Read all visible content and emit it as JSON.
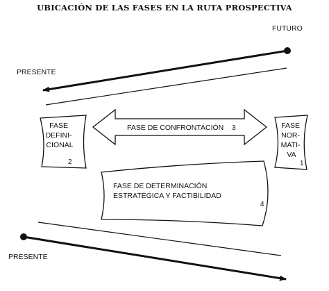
{
  "title": "UBICACIÓN DE LAS FASES EN LA RUTA PROSPECTIVA",
  "labels": {
    "futuro": "FUTURO",
    "presente_top": "PRESENTE",
    "presente_bottom": "PRESENTE"
  },
  "fases": {
    "definicional": {
      "lines": [
        "FASE",
        "DEFINI-",
        "CIONAL"
      ],
      "number": "2"
    },
    "normativa": {
      "lines": [
        "FASE",
        "NOR-",
        "MATI-",
        "VA"
      ],
      "number": "1"
    },
    "confrontacion": {
      "text": "FASE DE CONFRONTACIÓN",
      "number": "3"
    },
    "determinacion": {
      "lines": [
        "FASE DE DETERMINACIÓN",
        "ESTRATÉGICA Y FACTIBILIDAD"
      ],
      "number": "4"
    }
  }
}
